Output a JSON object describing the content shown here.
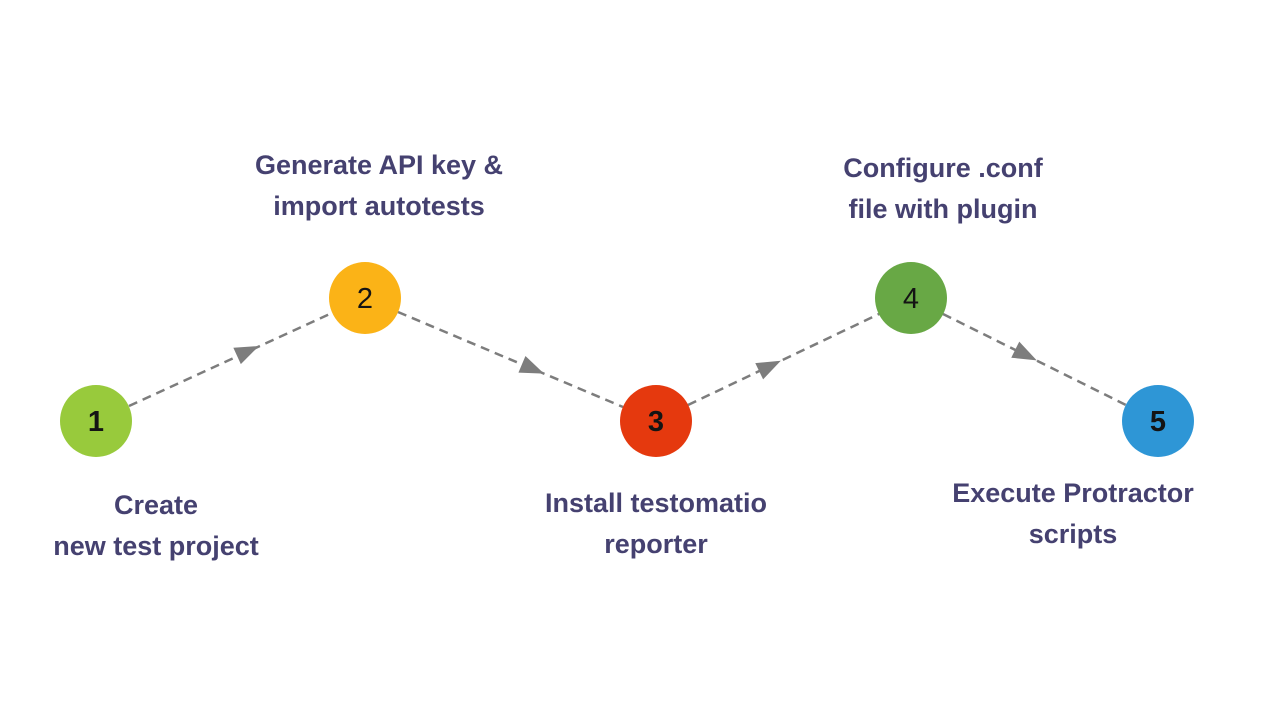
{
  "diagram": {
    "type": "process-flow",
    "background": "#ffffff",
    "connector_color": "#7d7d7d",
    "text_color": "#454170",
    "number_color": "#141414",
    "steps": [
      {
        "number": "1",
        "color": "#98CA3C",
        "label_line1": "Create",
        "label_line2": "new test project"
      },
      {
        "number": "2",
        "color": "#FBB317",
        "label_line1": "Generate API key &",
        "label_line2": "import autotests"
      },
      {
        "number": "3",
        "color": "#E5390E",
        "label_line1": "Install testomatio",
        "label_line2": "reporter"
      },
      {
        "number": "4",
        "color": "#68A845",
        "label_line1": "Configure .conf",
        "label_line2": "file with plugin"
      },
      {
        "number": "5",
        "color": "#2E96D6",
        "label_line1": "Execute Protractor",
        "label_line2": "scripts"
      }
    ]
  }
}
